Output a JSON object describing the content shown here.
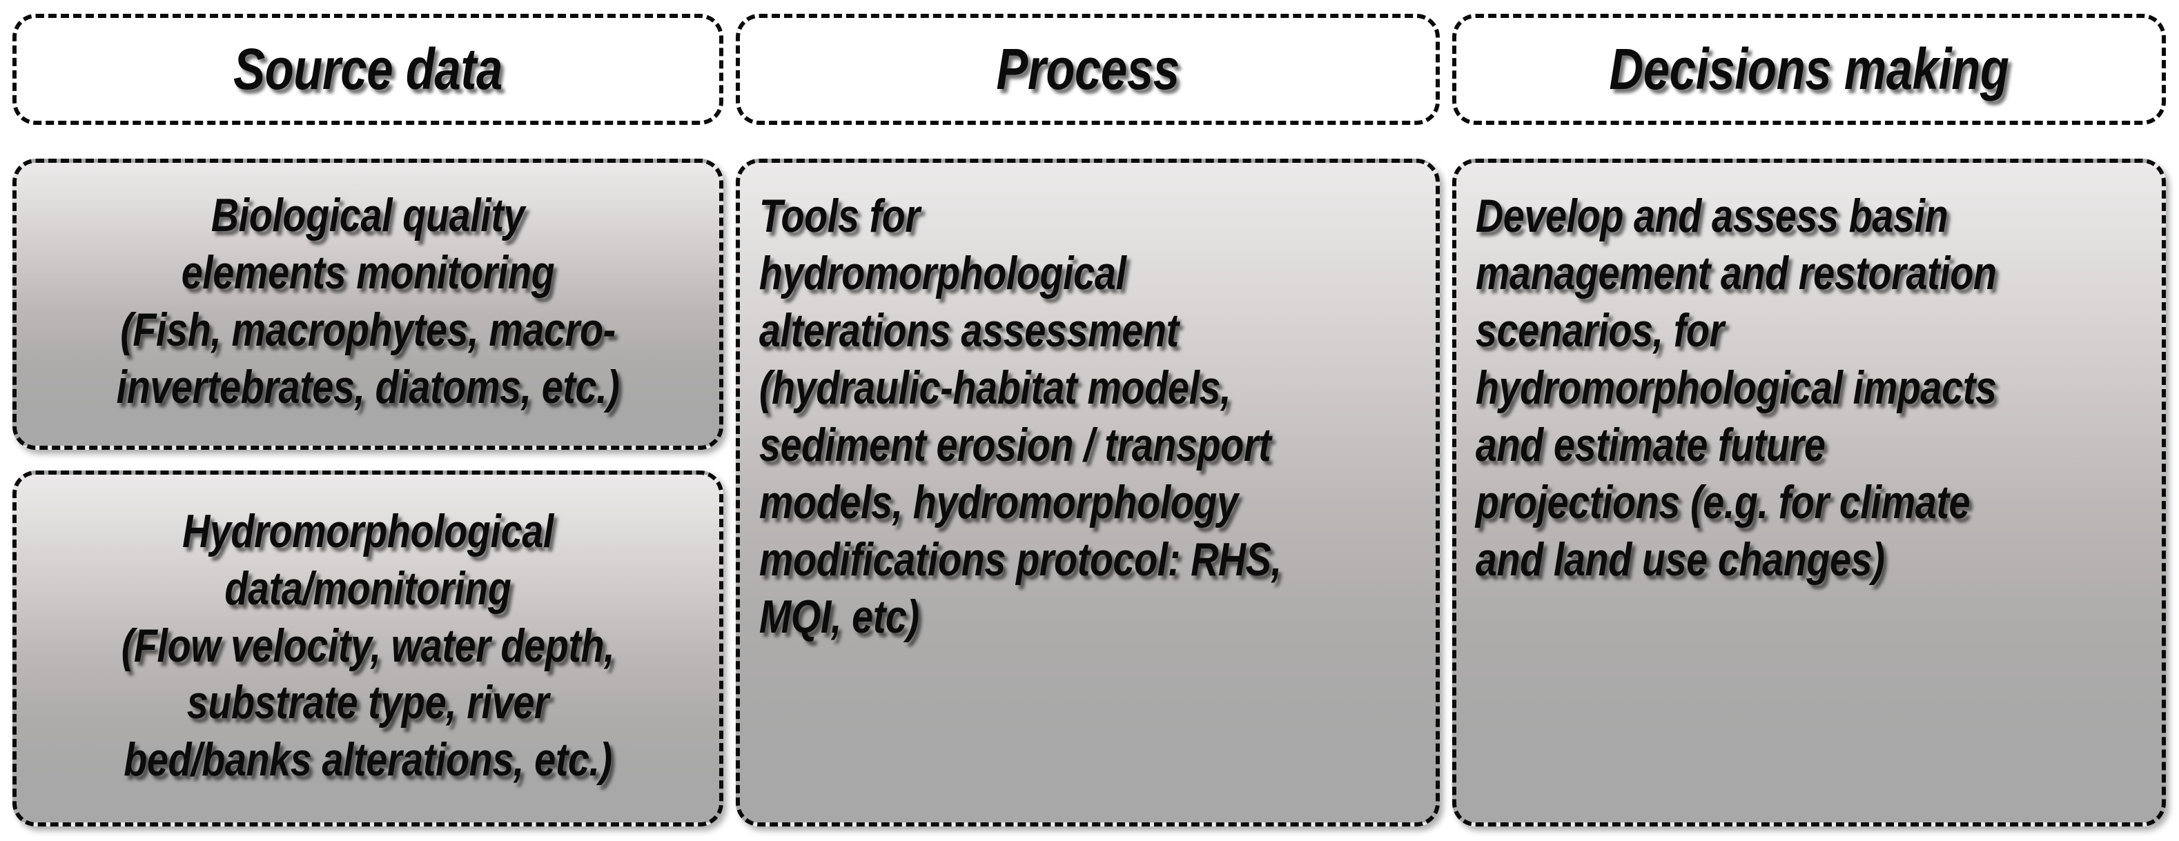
{
  "diagram": {
    "title_row": {
      "columns": [
        {
          "id": "source-data",
          "label": "Source data"
        },
        {
          "id": "process",
          "label": "Process"
        },
        {
          "id": "decisions-making",
          "label": "Decisions making"
        }
      ]
    },
    "columns": [
      {
        "id": "source-data",
        "header": "Source data",
        "align": "center",
        "boxes": [
          {
            "id": "biological-quality-elements-monitoring",
            "text": "Biological quality\nelements monitoring\n(Fish, macrophytes, macro-\ninvertebrates, diatoms, etc.)"
          },
          {
            "id": "hydromorphological-data-monitoring",
            "text": "Hydromorphological\ndata/monitoring\n(Flow velocity, water depth,\nsubstrate type, river\nbed/banks alterations, etc.)"
          }
        ]
      },
      {
        "id": "process",
        "header": "Process",
        "align": "left",
        "boxes": [
          {
            "id": "tools-for-hydromorphological-alterations-assessment",
            "text": "Tools for hydromorphological\nalterations assessment\n(hydraulic-habitat models,\nsediment erosion / transport\nmodels, hydromorphology\nmodifications protocol: RHS,\nMQI, etc)"
          }
        ]
      },
      {
        "id": "decisions-making",
        "header": "Decisions making",
        "align": "left",
        "boxes": [
          {
            "id": "develop-and-assess-basin-management",
            "text": "Develop and assess basin\nmanagement and restoration\nscenarios, for\nhydromorphological impacts\nand estimate future\nprojections (e.g. for climate\nand land use changes)"
          }
        ]
      }
    ],
    "style": {
      "border_color": "#0a0a0a",
      "header_background": "#ffffff",
      "gradient_top": "#ebe9e9",
      "gradient_bottom": "#a8a8a8",
      "text_color": "#0b0b0b",
      "page_background": "#ffffff"
    }
  }
}
